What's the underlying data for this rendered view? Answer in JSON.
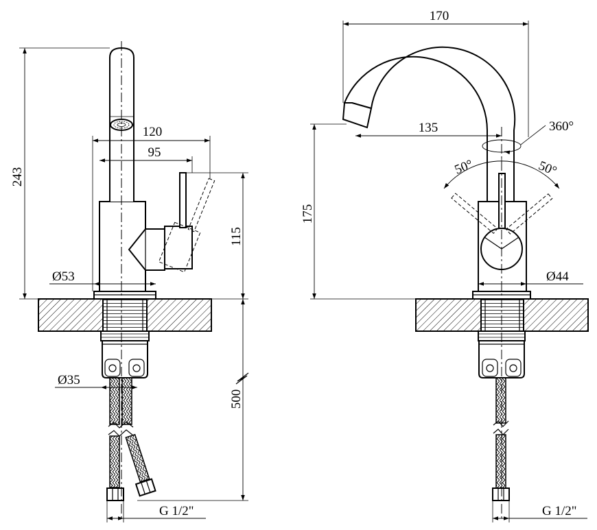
{
  "front_view": {
    "height_overall": "243",
    "spout_reach": "120",
    "lever_reach": "95",
    "body_height": "115",
    "base_diameter": "Ø53",
    "shank_diameter": "Ø35",
    "hose_length": "500",
    "hose_thread": "G 1/2\""
  },
  "side_view": {
    "spout_width": "170",
    "spout_reach": "135",
    "swivel_angle": "360°",
    "lever_angle_left": "50°",
    "lever_angle_right": "50°",
    "spout_height": "175",
    "base_diameter": "Ø44",
    "hose_thread": "G 1/2\""
  }
}
